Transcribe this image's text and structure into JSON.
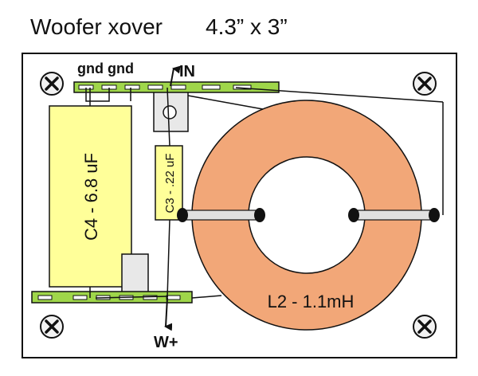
{
  "title": "Woofer xover",
  "dimensions": "4.3” x 3”",
  "labels": {
    "ground": "gnd gnd",
    "input": "IN",
    "output": "W+"
  },
  "components": {
    "c4": "C4 - 6.8 uF",
    "c3": "C3 - .22 uF",
    "l2": "L2 - 1.1mH"
  },
  "mounting_hole_icon": "x-circle-icon",
  "colors": {
    "board": "#ffffff",
    "board_outline": "#111111",
    "terminal_strip": "#9fd64a",
    "capacitor_fill": "#ffff99",
    "inductor_fill": "#f2a778",
    "pad_fill": "#e8e8e8",
    "wire": "#111111"
  }
}
